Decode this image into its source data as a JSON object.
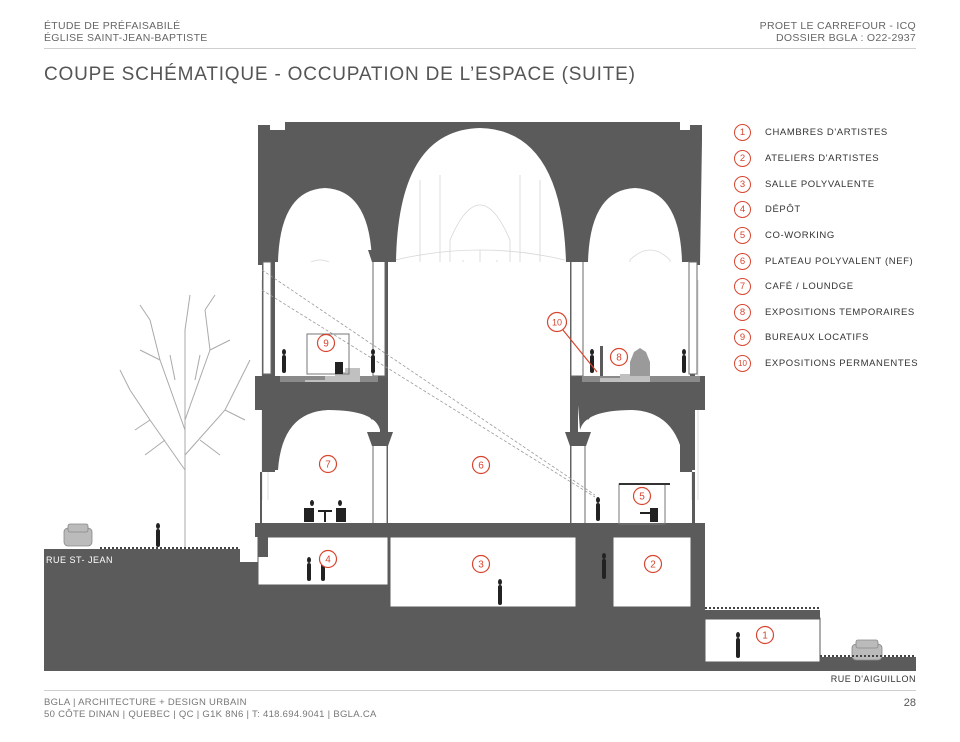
{
  "header": {
    "left_line1": "ÉTUDE DE PRÉFAISABILÉ",
    "left_line2": "ÉGLISE SAINT-JEAN-BAPTISTE",
    "right_line1": "PROET LE CARREFOUR - ICQ",
    "right_line2": "DOSSIER BGLA : O22-2937"
  },
  "title": "COUPE SCHÉMATIQUE - OCCUPATION DE L’ESPACE (SUITE)",
  "legend": [
    {
      "num": "1",
      "label": "CHAMBRES D'ARTISTES"
    },
    {
      "num": "2",
      "label": "ATELIERS D'ARTISTES"
    },
    {
      "num": "3",
      "label": "SALLE POLYVALENTE"
    },
    {
      "num": "4",
      "label": "DÉPÔT"
    },
    {
      "num": "5",
      "label": "CO-WORKING"
    },
    {
      "num": "6",
      "label": "PLATEAU POLYVALENT (NEF)"
    },
    {
      "num": "7",
      "label": "CAFÉ / LOUNDGE"
    },
    {
      "num": "8",
      "label": "EXPOSITIONS TEMPORAIRES"
    },
    {
      "num": "9",
      "label": "BUREAUX LOCATIFS"
    },
    {
      "num": "10",
      "label": "EXPOSITIONS PERMANENTES"
    }
  ],
  "streets": {
    "left": "RUE ST- JEAN",
    "right": "RUE D'AIGUILLON"
  },
  "markers": {
    "m1": "1",
    "m2": "2",
    "m3": "3",
    "m4": "4",
    "m5": "5",
    "m6": "6",
    "m7": "7",
    "m8": "8",
    "m9": "9",
    "m10": "10"
  },
  "footer": {
    "line1": "BGLA | ARCHITECTURE + DESIGN URBAIN",
    "line2": "50 CÔTE DINAN | QUEBEC | QC | G1K 8N6 | T: 418.694.9041 | BGLA.CA"
  },
  "page_number": "28",
  "colors": {
    "structure": "#5b5b5b",
    "accent": "#d8452f",
    "line": "#bdbdbd"
  }
}
